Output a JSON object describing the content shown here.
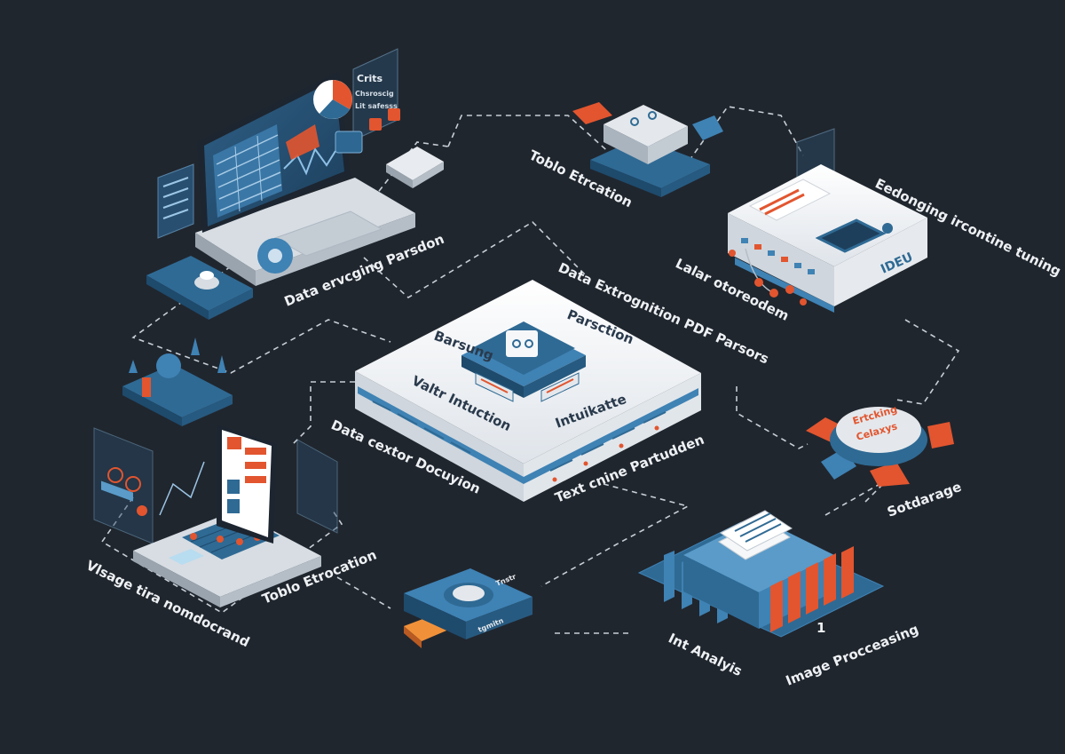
{
  "colors": {
    "background": "#20262e",
    "blue_dark": "#2f6a94",
    "blue_mid": "#3f82b4",
    "blue_light": "#5a9bc9",
    "orange": "#e2552f",
    "panel_white": "#f2f4f6",
    "label": "#eef1f4"
  },
  "hub": {
    "labels": {
      "top_left": "Barsung",
      "top_right": "Parsction",
      "bottom_left": "Valtr Intuction",
      "bottom_right": "Intuikatte"
    },
    "top_caption": "Data Extrognition PDF Parsors",
    "left_caption": "Data cextor Docuyion",
    "right_caption": "Text cnine Partudden"
  },
  "nodes": {
    "laptop_top_left": {
      "caption": "Data ervcging Parsdon",
      "panel_text": "Crits",
      "panel_lines": [
        "Chsroscig",
        "Lit safesss"
      ]
    },
    "table_extraction_top": {
      "caption": "Toblo Etrcation"
    },
    "server_top_right": {
      "caption": "Eedonging ircontine tuning",
      "sub_caption": "Lalar otoreodem",
      "badge": "IDEU"
    },
    "storage_right": {
      "caption": "Sotdarage",
      "disc_lines": [
        "Ertcking",
        "Celaxys"
      ]
    },
    "image_processing": {
      "caption_left": "Int Analyis",
      "caption_right": "Image Procceasing",
      "caption_mark": "1"
    },
    "laptop_bottom_left": {
      "caption_left": "Vlsage tira nomdocrand",
      "caption_right": "Toblo Etrocation"
    },
    "device_bottom": {
      "tag": "Tnstr",
      "chip": "tgmitn"
    }
  }
}
